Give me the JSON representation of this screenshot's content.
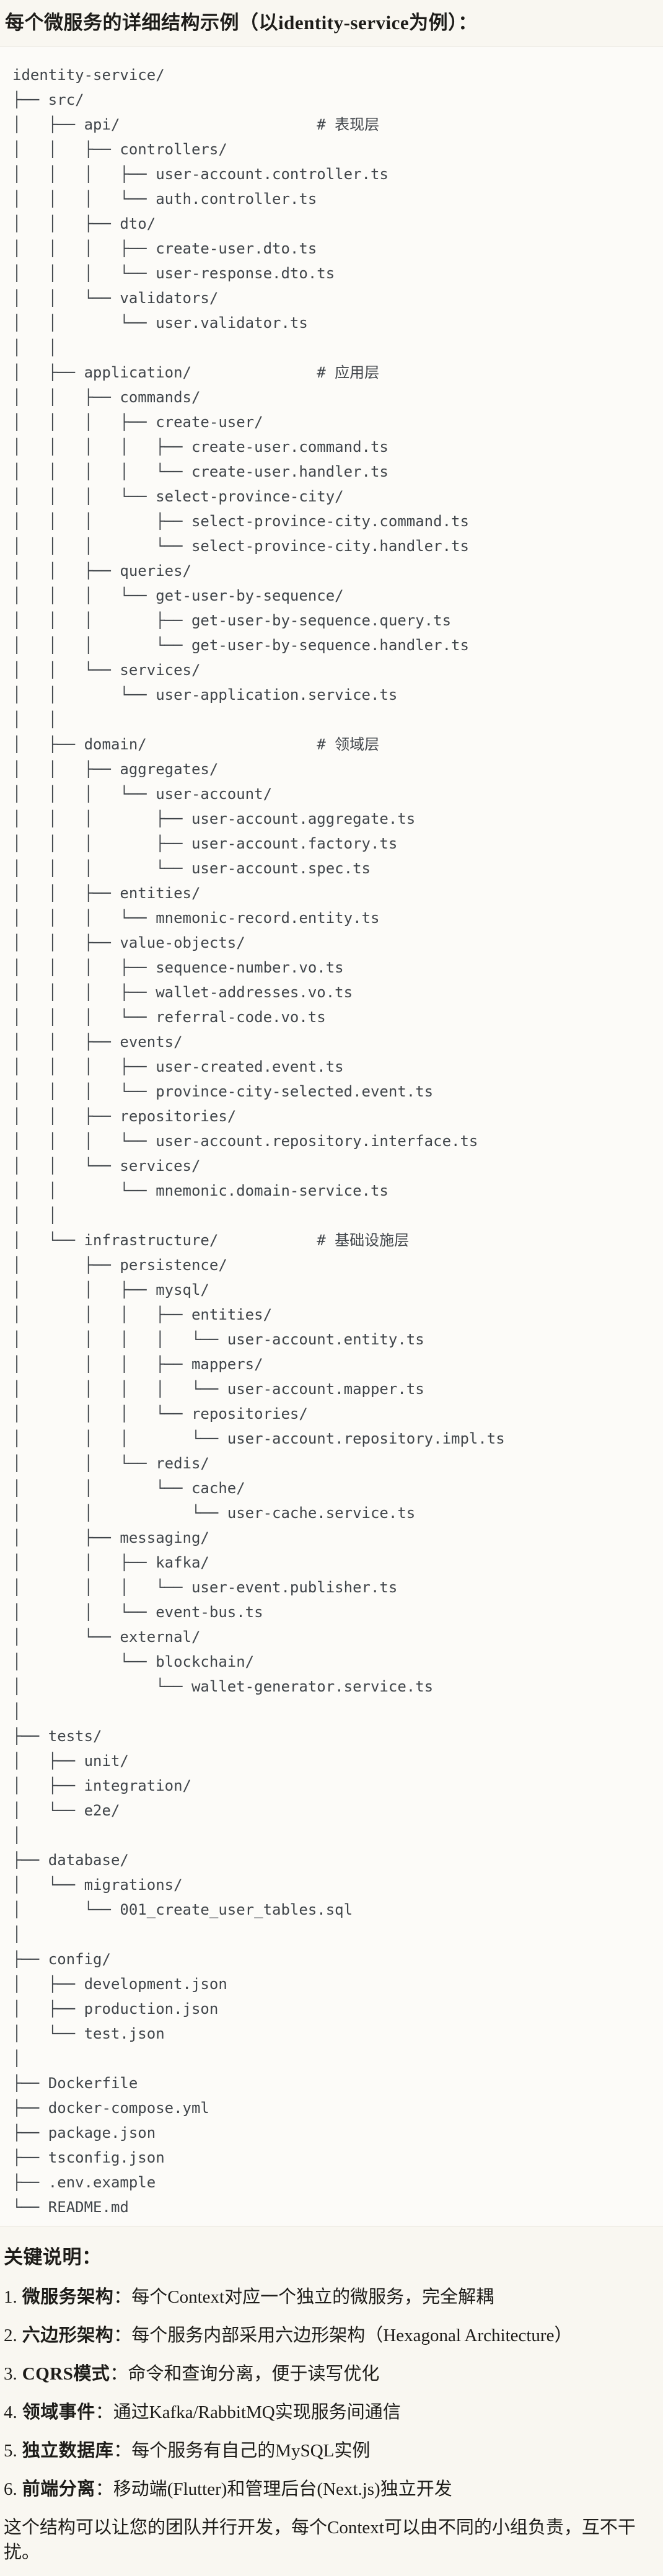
{
  "title": "每个微服务的详细结构示例（以identity-service为例）：",
  "code_block": {
    "tree_lines": [
      "identity-service/",
      "├── src/",
      "│   ├── api/                      # 表现层",
      "│   │   ├── controllers/",
      "│   │   │   ├── user-account.controller.ts",
      "│   │   │   └── auth.controller.ts",
      "│   │   ├── dto/",
      "│   │   │   ├── create-user.dto.ts",
      "│   │   │   └── user-response.dto.ts",
      "│   │   └── validators/",
      "│   │       └── user.validator.ts",
      "│   │",
      "│   ├── application/              # 应用层",
      "│   │   ├── commands/",
      "│   │   │   ├── create-user/",
      "│   │   │   │   ├── create-user.command.ts",
      "│   │   │   │   └── create-user.handler.ts",
      "│   │   │   └── select-province-city/",
      "│   │   │       ├── select-province-city.command.ts",
      "│   │   │       └── select-province-city.handler.ts",
      "│   │   ├── queries/",
      "│   │   │   └── get-user-by-sequence/",
      "│   │   │       ├── get-user-by-sequence.query.ts",
      "│   │   │       └── get-user-by-sequence.handler.ts",
      "│   │   └── services/",
      "│   │       └── user-application.service.ts",
      "│   │",
      "│   ├── domain/                   # 领域层",
      "│   │   ├── aggregates/",
      "│   │   │   └── user-account/",
      "│   │   │       ├── user-account.aggregate.ts",
      "│   │   │       ├── user-account.factory.ts",
      "│   │   │       └── user-account.spec.ts",
      "│   │   ├── entities/",
      "│   │   │   └── mnemonic-record.entity.ts",
      "│   │   ├── value-objects/",
      "│   │   │   ├── sequence-number.vo.ts",
      "│   │   │   ├── wallet-addresses.vo.ts",
      "│   │   │   └── referral-code.vo.ts",
      "│   │   ├── events/",
      "│   │   │   ├── user-created.event.ts",
      "│   │   │   └── province-city-selected.event.ts",
      "│   │   ├── repositories/",
      "│   │   │   └── user-account.repository.interface.ts",
      "│   │   └── services/",
      "│   │       └── mnemonic.domain-service.ts",
      "│   │",
      "│   └── infrastructure/           # 基础设施层",
      "│       ├── persistence/",
      "│       │   ├── mysql/",
      "│       │   │   ├── entities/",
      "│       │   │   │   └── user-account.entity.ts",
      "│       │   │   ├── mappers/",
      "│       │   │   │   └── user-account.mapper.ts",
      "│       │   │   └── repositories/",
      "│       │   │       └── user-account.repository.impl.ts",
      "│       │   └── redis/",
      "│       │       └── cache/",
      "│       │           └── user-cache.service.ts",
      "│       ├── messaging/",
      "│       │   ├── kafka/",
      "│       │   │   └── user-event.publisher.ts",
      "│       │   └── event-bus.ts",
      "│       └── external/",
      "│           └── blockchain/",
      "│               └── wallet-generator.service.ts",
      "│",
      "├── tests/",
      "│   ├── unit/",
      "│   ├── integration/",
      "│   └── e2e/",
      "│",
      "├── database/",
      "│   └── migrations/",
      "│       └── 001_create_user_tables.sql",
      "│",
      "├── config/",
      "│   ├── development.json",
      "│   ├── production.json",
      "│   └── test.json",
      "│",
      "├── Dockerfile",
      "├── docker-compose.yml",
      "├── package.json",
      "├── tsconfig.json",
      "├── .env.example",
      "└── README.md"
    ]
  },
  "notes": {
    "heading": "关键说明：",
    "items": [
      {
        "num": "1.",
        "label": "微服务架构",
        "sep": "：",
        "text": "每个Context对应一个独立的微服务，完全解耦"
      },
      {
        "num": "2.",
        "label": "六边形架构",
        "sep": "：",
        "text": "每个服务内部采用六边形架构（Hexagonal Architecture）"
      },
      {
        "num": "3.",
        "label": "CQRS模式",
        "sep": "：",
        "text": "命令和查询分离，便于读写优化"
      },
      {
        "num": "4.",
        "label": "领域事件",
        "sep": "：",
        "text": "通过Kafka/RabbitMQ实现服务间通信"
      },
      {
        "num": "5.",
        "label": "独立数据库",
        "sep": "：",
        "text": "每个服务有自己的MySQL实例"
      },
      {
        "num": "6.",
        "label": "前端分离",
        "sep": "：",
        "text": "移动端(Flutter)和管理后台(Next.js)独立开发"
      }
    ],
    "footer": "这个结构可以让您的团队并行开发，每个Context可以由不同的小组负责，互不干扰。"
  }
}
